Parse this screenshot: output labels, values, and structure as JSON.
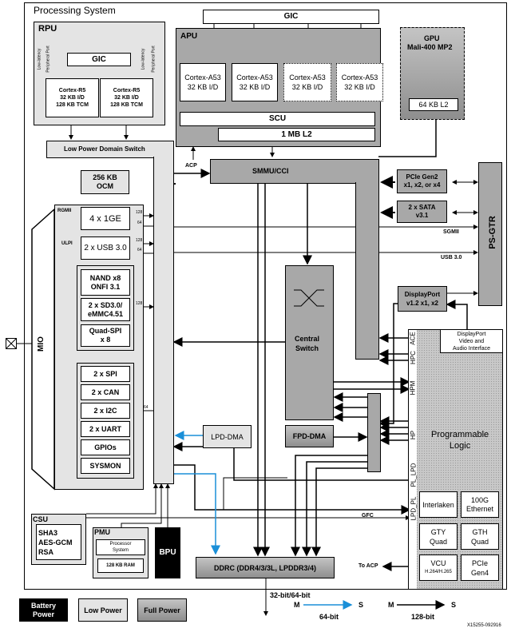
{
  "title": "Processing System",
  "rpu": {
    "label": "RPU",
    "gic": "GIC",
    "port_label_1": "Low-latency",
    "port_label_2": "Peripheral Port",
    "cores": [
      {
        "l1": "Cortex-R5",
        "l2": "32 KB I/D",
        "l3": "128 KB TCM"
      },
      {
        "l1": "Cortex-R5",
        "l2": "32 KB I/D",
        "l3": "128 KB TCM"
      }
    ]
  },
  "apu": {
    "label": "APU",
    "gic": "GIC",
    "cores": [
      {
        "l1": "Cortex-A53",
        "l2": "32 KB I/D",
        "optional": false
      },
      {
        "l1": "Cortex-A53",
        "l2": "32 KB I/D",
        "optional": false
      },
      {
        "l1": "Cortex-A53",
        "l2": "32 KB I/D",
        "optional": true
      },
      {
        "l1": "Cortex-A53",
        "l2": "32 KB I/D",
        "optional": true
      }
    ],
    "scu": "SCU",
    "l2": "1 MB L2"
  },
  "gpu": {
    "l1": "GPU",
    "l2": "Mali-400 MP2",
    "cache": "64 KB L2"
  },
  "lpd_switch": "Low Power Domain Switch",
  "ocm": {
    "l1": "256 KB",
    "l2": "OCM"
  },
  "acp": "ACP",
  "smmu": "SMMU/CCI",
  "pcie_gen2": {
    "l1": "PCIe Gen2",
    "l2": "x1, x2, or x4"
  },
  "sata": {
    "l1": "2 x SATA",
    "l2": "v3.1"
  },
  "ps_gtr": "PS-GTR",
  "sgmii": "SGMII",
  "usb30_link": "USB 3.0",
  "displayport": {
    "l1": "DisplayPort",
    "l2": "v1.2 x1, x2"
  },
  "dp_interface": {
    "l1": "DisplayPort",
    "l2": "Video and",
    "l3": "Audio Interface"
  },
  "mio": "MIO",
  "peripherals": {
    "rgmii": "RGMII",
    "ulpi": "ULPI",
    "gige": "4 x 1GE",
    "usb": "2 x USB 3.0",
    "nand": {
      "l1": "NAND x8",
      "l2": "ONFI 3.1"
    },
    "sd": {
      "l1": "2 x SD3.0/",
      "l2": "eMMC4.51"
    },
    "qspi": {
      "l1": "Quad-SPI",
      "l2": "x 8"
    },
    "spi": "2 x SPI",
    "can": "2 x CAN",
    "i2c": "2 x I2C",
    "uart": "2 x UART",
    "gpio": "GPIOs",
    "sysmon": "SYSMON",
    "width_128": "128",
    "width_64": "64"
  },
  "central_switch": {
    "l1": "Central",
    "l2": "Switch"
  },
  "fpd_dma": "FPD-DMA",
  "lpd_dma": "LPD-DMA",
  "pl": {
    "title_1": "Programmable",
    "title_2": "Logic",
    "ports": [
      "ACE",
      "HPC",
      "HPM",
      "HP",
      "PL_LPD",
      "LPD_PL"
    ],
    "blocks": [
      {
        "l1": "Interlaken",
        "l2": ""
      },
      {
        "l1": "100G",
        "l2": "Ethernet"
      },
      {
        "l1": "GTY",
        "l2": "Quad"
      },
      {
        "l1": "GTH",
        "l2": "Quad"
      },
      {
        "l1": "VCU",
        "l2": "H.264/H.265"
      },
      {
        "l1": "PCIe",
        "l2": "Gen4"
      }
    ]
  },
  "gfc": "GFC",
  "to_acp": "To ACP",
  "csu": {
    "label": "CSU",
    "l1": "SHA3",
    "l2": "AES-GCM",
    "l3": "RSA"
  },
  "pmu": {
    "label": "PMU",
    "proc_1": "Processor",
    "proc_2": "System",
    "ram": "128 KB RAM"
  },
  "bpu": "BPU",
  "ddrc": "DDRC (DDR4/3/3L, LPDDR3/4)",
  "ddr_width": "32-bit/64-bit",
  "legend": {
    "battery_1": "Battery",
    "battery_2": "Power",
    "low_power": "Low Power",
    "full_power": "Full Power",
    "m": "M",
    "s": "S",
    "bit64": "64-bit",
    "bit128": "128-bit",
    "blue_color": "#1a8fd8"
  },
  "figure_id": "X15255-092916"
}
